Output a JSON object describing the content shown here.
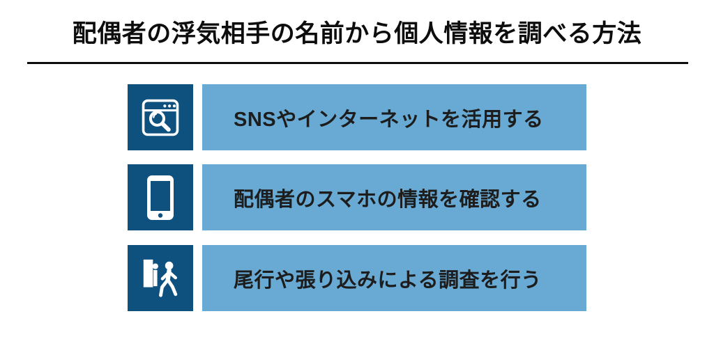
{
  "title": {
    "text": "配偶者の浮気相手の名前から個人情報を調べる方法"
  },
  "colors": {
    "background": "#ffffff",
    "icon_box": "#0f517e",
    "bar": "#68aad3",
    "title_and_divider": "#0d0d0d",
    "bar_text": "#1d1d1d",
    "icon_glyph": "#ffffff"
  },
  "rows": [
    {
      "icon": "browser-search-icon",
      "label": "SNSやインターネットを活用する"
    },
    {
      "icon": "smartphone-icon",
      "label": "配偶者のスマホの情報を確認する"
    },
    {
      "icon": "tailing-surveillance-icon",
      "label": "尾行や張り込みによる調査を行う"
    }
  ]
}
